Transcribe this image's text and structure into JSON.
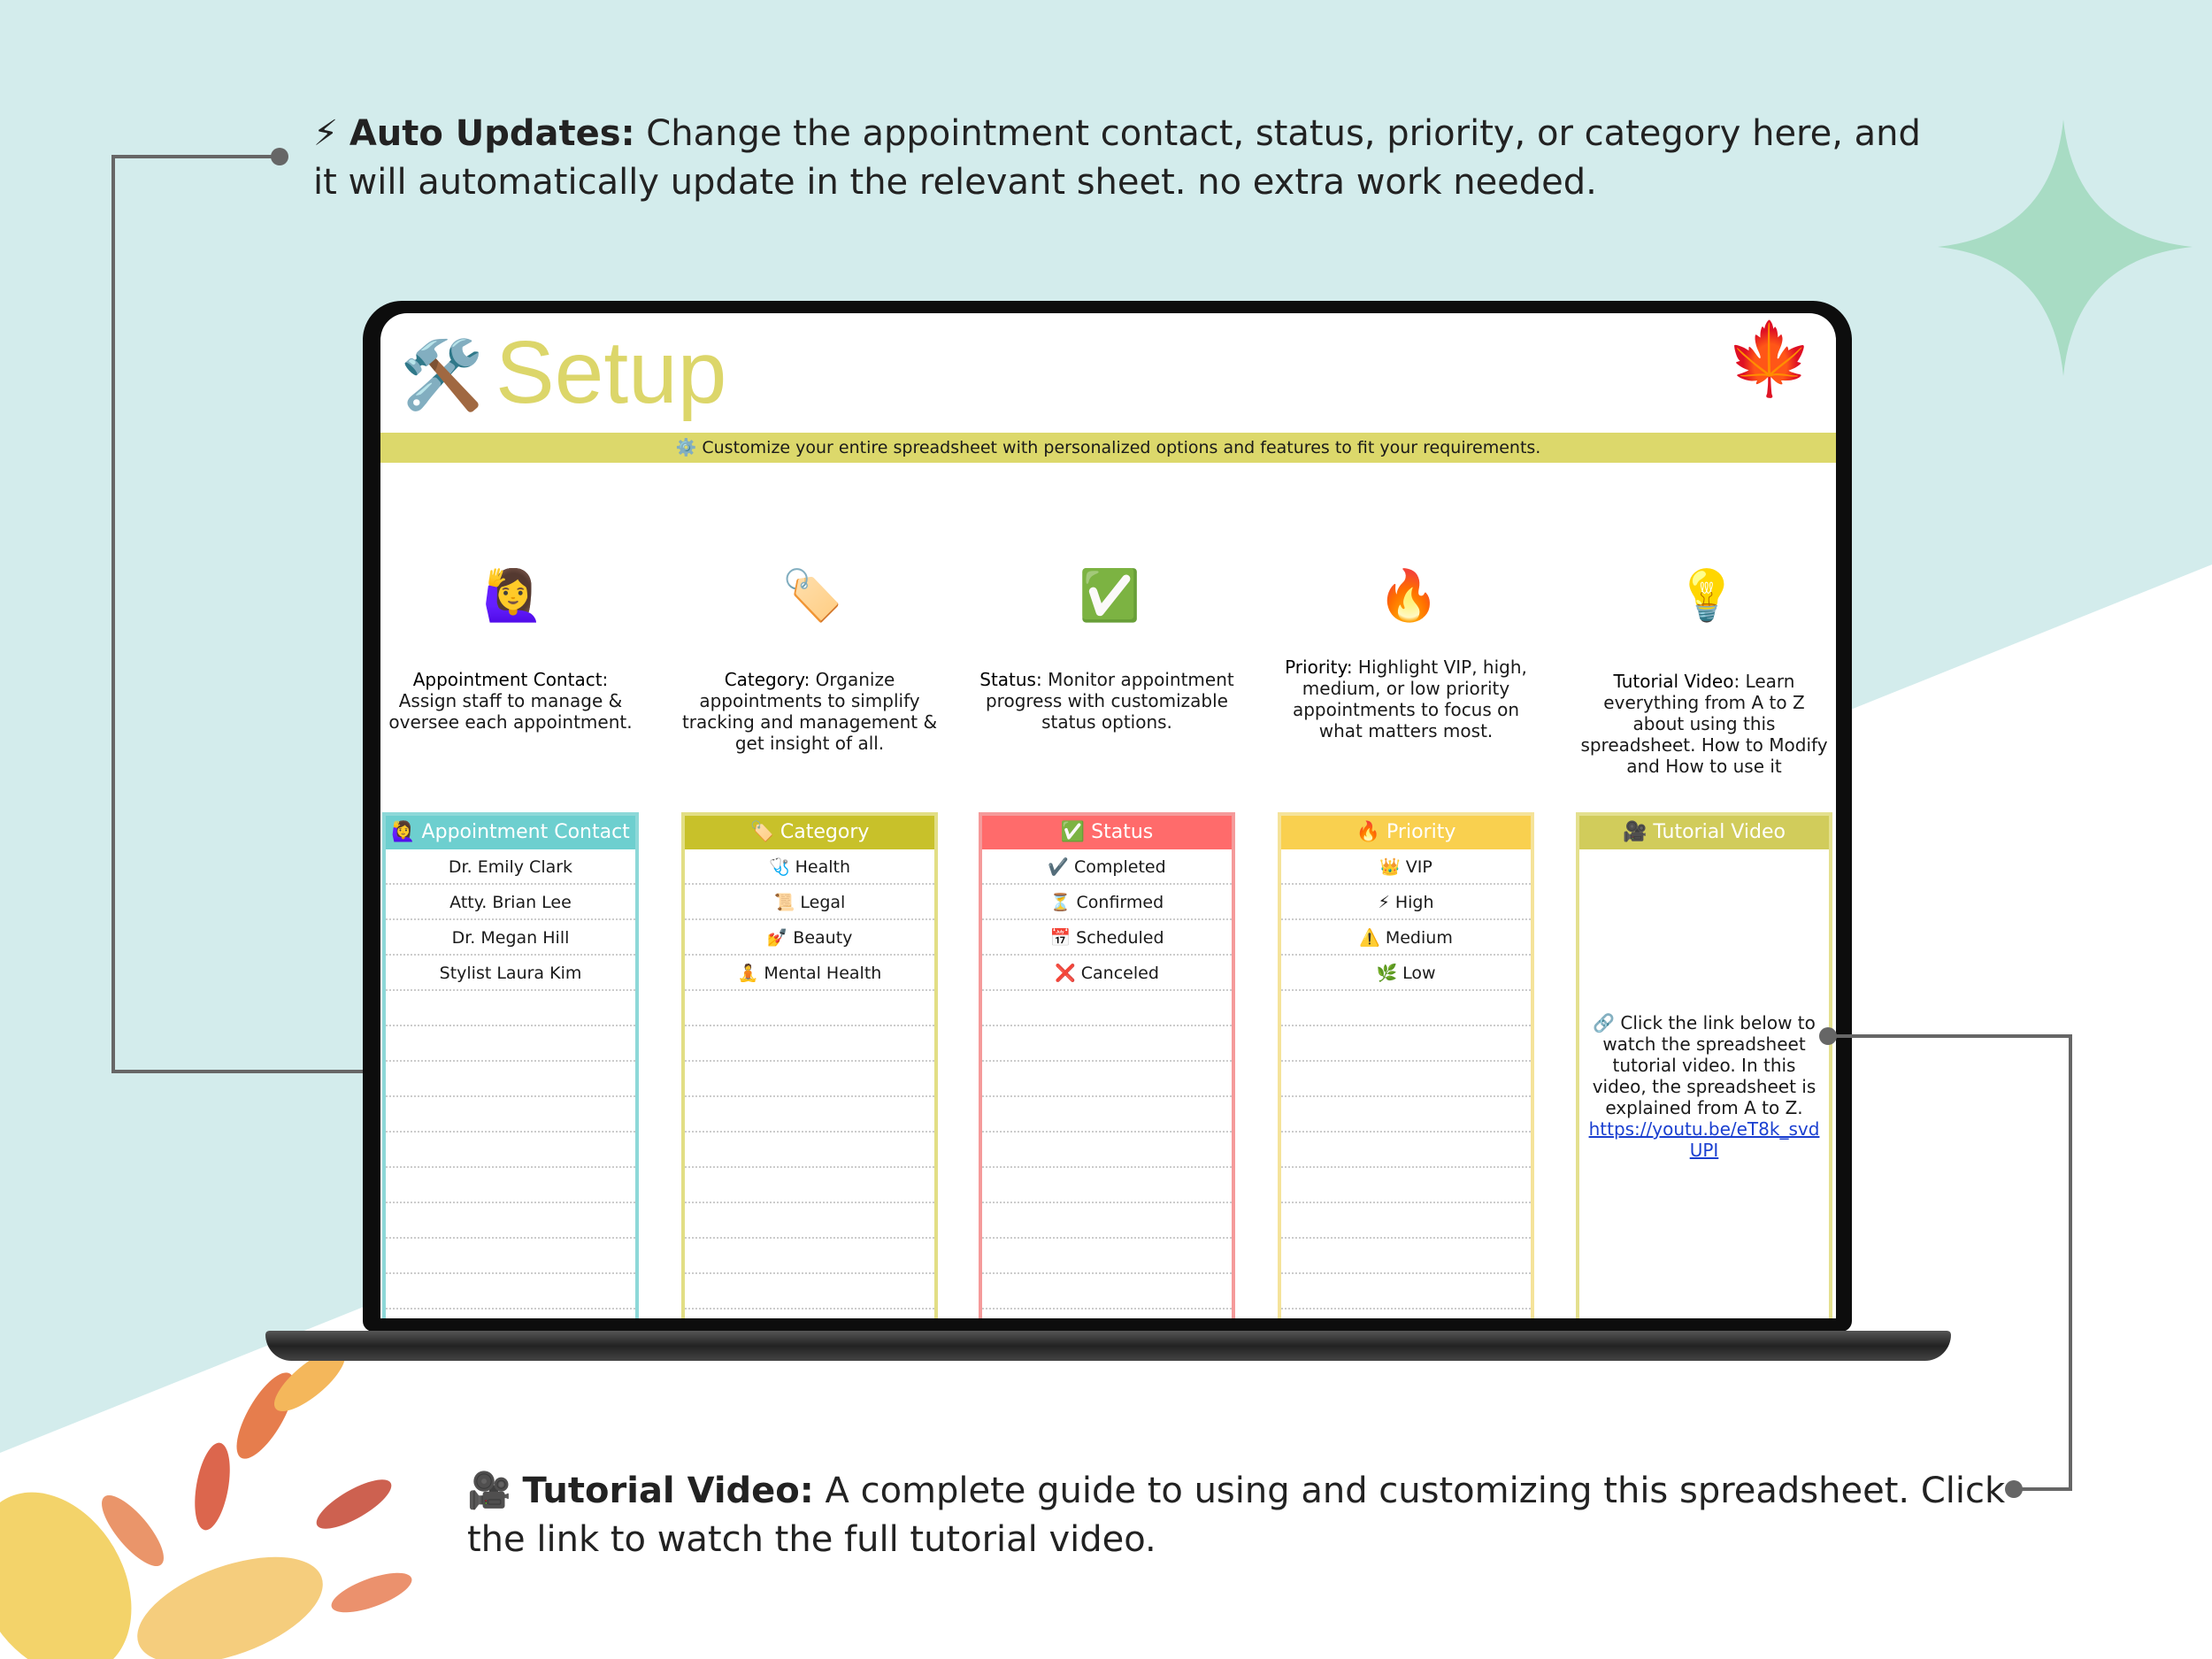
{
  "top_note": {
    "icon": "⚡",
    "bold": "Auto Updates:",
    "text": " Change the appointment contact, status, priority, or category here, and it will automatically update in the relevant sheet. no extra work needed."
  },
  "bottom_note": {
    "icon": "🎥",
    "bold": "Tutorial Video:",
    "text": " A complete guide to using and customizing this spreadsheet. Click the link to watch the full tutorial video."
  },
  "sheet": {
    "title_icon": "🛠️",
    "title": "Setup",
    "corner_icon": "🍁",
    "banner": "⚙️ Customize your entire spreadsheet with personalized options and features to fit your requirements.",
    "sections": [
      {
        "icon": "🙋‍♀️",
        "bold": "Appointment Contact:",
        "desc": " Assign staff to manage & oversee each appointment.",
        "header": "🙋‍♀️ Appointment Contact",
        "color": "#6dcfcf",
        "border": "#8dd8d8",
        "items": [
          "Dr. Emily Clark",
          "Atty. Brian Lee",
          "Dr. Megan Hill",
          "Stylist Laura Kim"
        ]
      },
      {
        "icon": "🏷️",
        "bold": "Category:",
        "desc": " Organize appointments to simplify tracking and management & get insight of all.",
        "header": "🏷️ Category",
        "color": "#c8c12a",
        "border": "#e2de85",
        "items": [
          "🩺 Health",
          "📜 Legal",
          "💅 Beauty",
          "🧘 Mental Health"
        ]
      },
      {
        "icon": "✅",
        "bold": "Status:",
        "desc": " Monitor appointment progress with customizable status options.",
        "header": "✅ Status",
        "color": "#ff6b6b",
        "border": "#f59a9a",
        "items": [
          "✔️ Completed",
          "⏳ Confirmed",
          "📅 Scheduled",
          "❌ Canceled"
        ]
      },
      {
        "icon": "🔥",
        "bold": "Priority:",
        "desc": " Highlight VIP, high, medium, or low priority appointments to focus on what matters most.",
        "header": "🔥 Priority",
        "color": "#f9d04f",
        "border": "#f5e39a",
        "items": [
          "👑 VIP",
          "⚡ High",
          "⚠️ Medium",
          "🌿 Low"
        ]
      },
      {
        "icon": "💡",
        "bold": "Tutorial Video:",
        "desc": " Learn everything from A to Z about using this spreadsheet. How to Modify and How to use it",
        "header": "🎥 Tutorial Video",
        "color": "#d1cc5b",
        "border": "#e4e08f",
        "items": []
      }
    ],
    "tutorial_text": "🔗 Click the link below to watch the spreadsheet tutorial video. In this video, the spreadsheet is explained from A to Z.",
    "tutorial_link": "https://youtu.be/eT8k_svdUPI"
  },
  "colors": {
    "background": "#d3ecec",
    "accent": "#dcd66a",
    "star": "#a8dcc4"
  }
}
